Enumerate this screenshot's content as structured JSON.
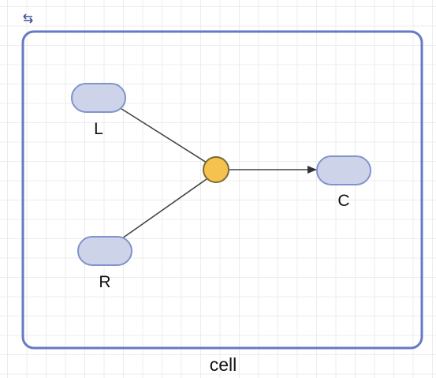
{
  "diagram": {
    "container": {
      "label": "cell",
      "stroke": "#6579c4"
    },
    "nodes": [
      {
        "id": "L",
        "label": "L"
      },
      {
        "id": "R",
        "label": "R"
      },
      {
        "id": "C",
        "label": "C"
      }
    ],
    "junction": {
      "fill": "#f5c24d",
      "stroke": "#7a6a3a"
    },
    "edges": [
      {
        "from": "L",
        "to": "junction",
        "arrow": false
      },
      {
        "from": "R",
        "to": "junction",
        "arrow": false
      },
      {
        "from": "junction",
        "to": "C",
        "arrow": true
      }
    ],
    "node_fill": "#cdd4ea",
    "node_stroke": "#8093cc",
    "icon": "repeat-arrows-icon"
  }
}
